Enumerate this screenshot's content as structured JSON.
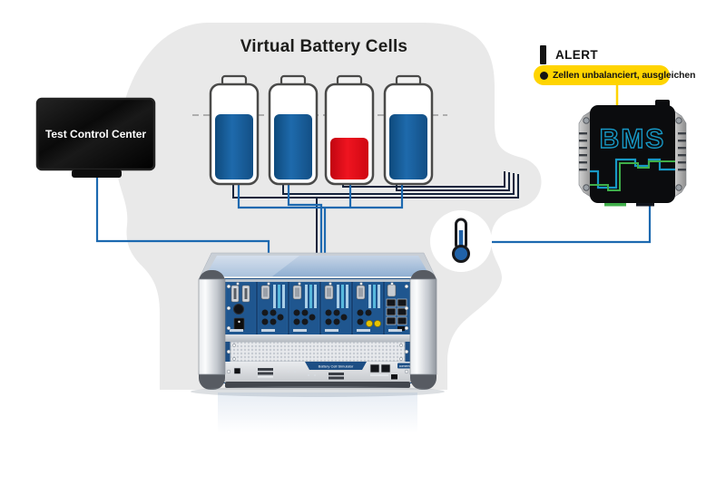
{
  "title": "Virtual Battery Cells",
  "monitor": {
    "label": "Test Control Center"
  },
  "alert": {
    "label": "ALERT",
    "message": "Zellen unbalanciert, ausgleichen"
  },
  "bms": {
    "label": "BMS"
  },
  "batteries": [
    {
      "name": "cell-1",
      "level": "high",
      "color": "url(#gradBlue)"
    },
    {
      "name": "cell-2",
      "level": "high",
      "color": "url(#gradBlue)"
    },
    {
      "name": "cell-3",
      "level": "low",
      "color": "url(#gradRed)"
    },
    {
      "name": "cell-4",
      "level": "high",
      "color": "url(#gradBlue)"
    }
  ],
  "chassis": {
    "badge": "Battery Cell Simulator",
    "brand": "comemso"
  },
  "colors": {
    "background": "#ffffff",
    "blob": "#e9e9e9",
    "battery_blue": "#15588f",
    "alarm_red": "#e30613",
    "wire_blue": "#1c69b0",
    "wire_navy": "#16243c",
    "alert_yellow": "#ffd400",
    "bms_teal": "#1798c5",
    "bms_green": "#3fae49",
    "chassis_blue": "#1d4e84"
  }
}
